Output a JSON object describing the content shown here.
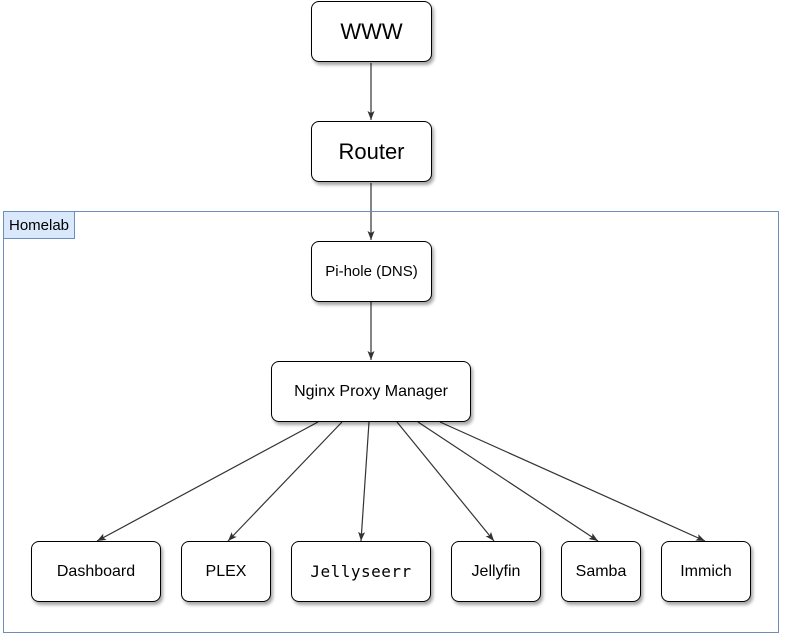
{
  "diagram": {
    "group": {
      "label": "Homelab"
    },
    "nodes": {
      "www": "WWW",
      "router": "Router",
      "pihole": "Pi-hole (DNS)",
      "nginx": "Nginx Proxy Manager",
      "dashboard": "Dashboard",
      "plex": "PLEX",
      "jellyseerr": "Jellyseerr",
      "jellyfin": "Jellyfin",
      "samba": "Samba",
      "immich": "Immich"
    },
    "edges": [
      {
        "from": "www",
        "to": "router"
      },
      {
        "from": "router",
        "to": "pihole"
      },
      {
        "from": "pihole",
        "to": "nginx"
      },
      {
        "from": "nginx",
        "to": "dashboard"
      },
      {
        "from": "nginx",
        "to": "plex"
      },
      {
        "from": "nginx",
        "to": "jellyseerr"
      },
      {
        "from": "nginx",
        "to": "jellyfin"
      },
      {
        "from": "nginx",
        "to": "samba"
      },
      {
        "from": "nginx",
        "to": "immich"
      }
    ],
    "colors": {
      "group_border": "#6c8ebf",
      "group_label_fill": "#dae8fc",
      "node_border": "#000000",
      "edge": "#333333"
    }
  }
}
